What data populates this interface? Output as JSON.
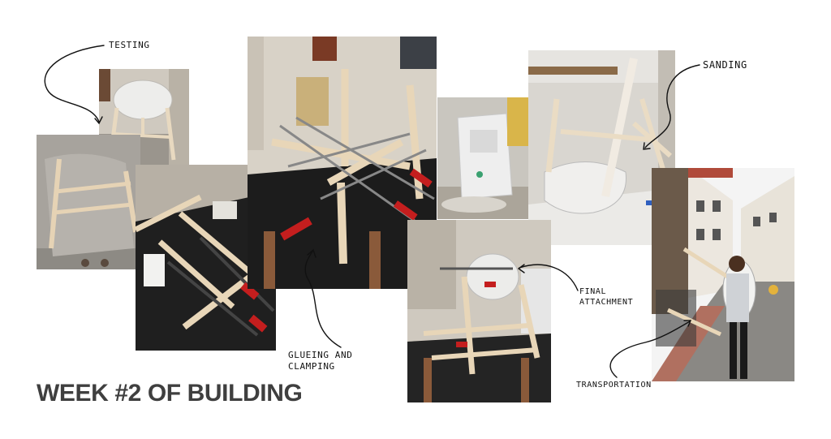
{
  "title": "WEEK #2 OF BUILDING",
  "annotations": {
    "testing": "TESTING",
    "sanding": "SANDING",
    "final_attachment": "FINAL ATTACHMENT",
    "glueing_and_clamping": "GLUEING AND CLAMPING",
    "transportation": "TRANSPORTATION"
  },
  "palette": {
    "wood": "#e3ccab",
    "table_black": "#1e1e1e",
    "clamp_red": "#c41e1e",
    "wall": "#dcd6cc",
    "ink": "#111111"
  }
}
